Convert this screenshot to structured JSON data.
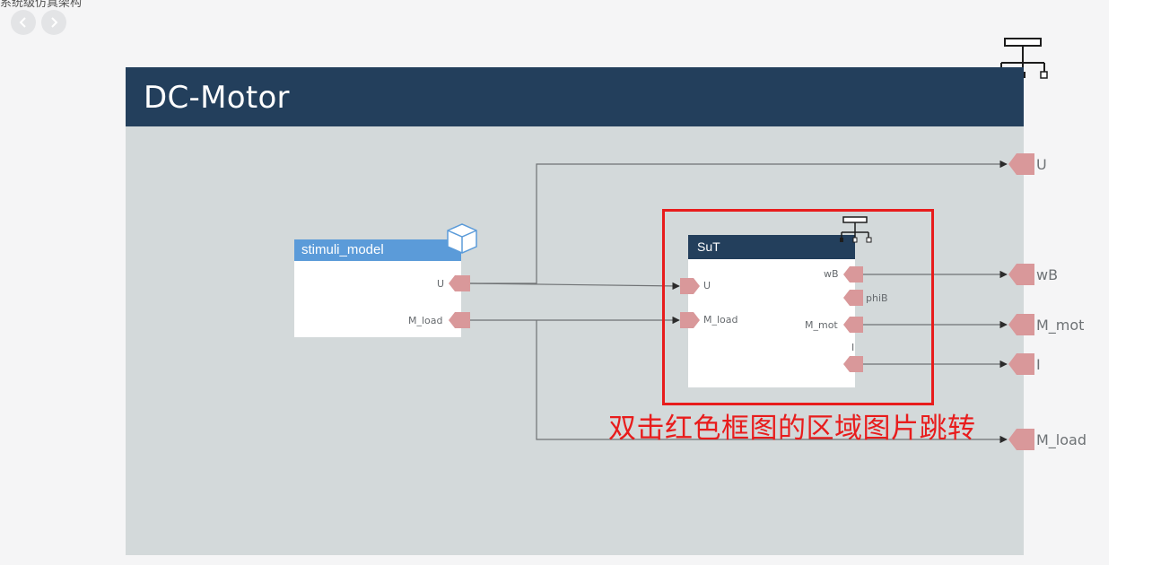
{
  "page": {
    "label": "系统级仿真架构"
  },
  "nav": {
    "back_icon": "chevron-left-icon",
    "forward_icon": "chevron-right-icon"
  },
  "model": {
    "title": "DC-Motor",
    "hierarchy_icon": "hierarchy-icon",
    "colors": {
      "header": "#233f5c",
      "canvas": "#d3d9da",
      "port": "#d9989a",
      "wire": "#6f7274"
    }
  },
  "stimuli_block": {
    "title": "stimuli_model",
    "icon": "cube-icon",
    "ports": [
      "U",
      "M_load"
    ]
  },
  "sut_block": {
    "title": "SuT",
    "icon": "hierarchy-icon",
    "inputs": [
      "U",
      "M_load"
    ],
    "outputs": [
      "wB",
      "phiB",
      "M_mot",
      "I"
    ]
  },
  "outputs": [
    "U",
    "wB",
    "M_mot",
    "I",
    "M_load"
  ],
  "annotation": {
    "text": "双击红色框图的区域图片跳转",
    "color": "#e81c1c"
  }
}
